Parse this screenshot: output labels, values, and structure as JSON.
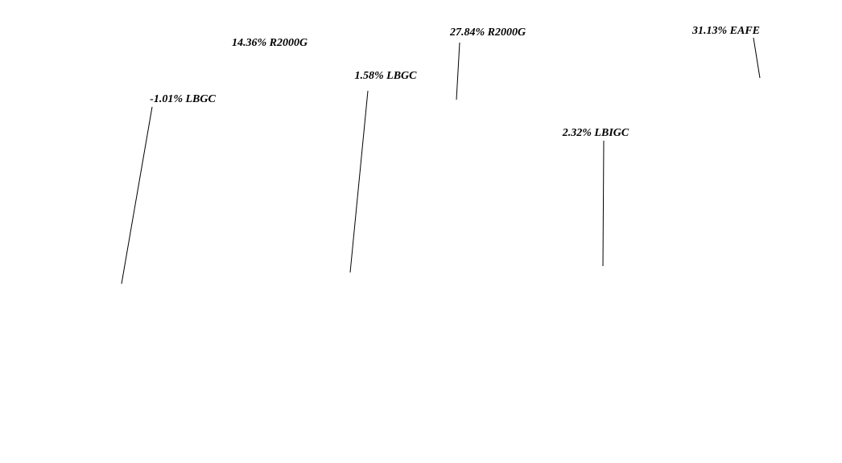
{
  "chart_data": {
    "type": "annotation",
    "annotations": [
      {
        "text": "14.36% R2000G",
        "value": 14.36,
        "index": "R2000G",
        "leader": false
      },
      {
        "text": "-1.01% LBGC",
        "value": -1.01,
        "index": "LBGC",
        "leader": true
      },
      {
        "text": "1.58% LBGC",
        "value": 1.58,
        "index": "LBGC",
        "leader": true
      },
      {
        "text": "27.84% R2000G",
        "value": 27.84,
        "index": "R2000G",
        "leader": true
      },
      {
        "text": "2.32% LBIGC",
        "value": 2.32,
        "index": "LBIGC",
        "leader": true
      },
      {
        "text": "31.13% EAFE",
        "value": 31.13,
        "index": "EAFE",
        "leader": true
      }
    ]
  }
}
